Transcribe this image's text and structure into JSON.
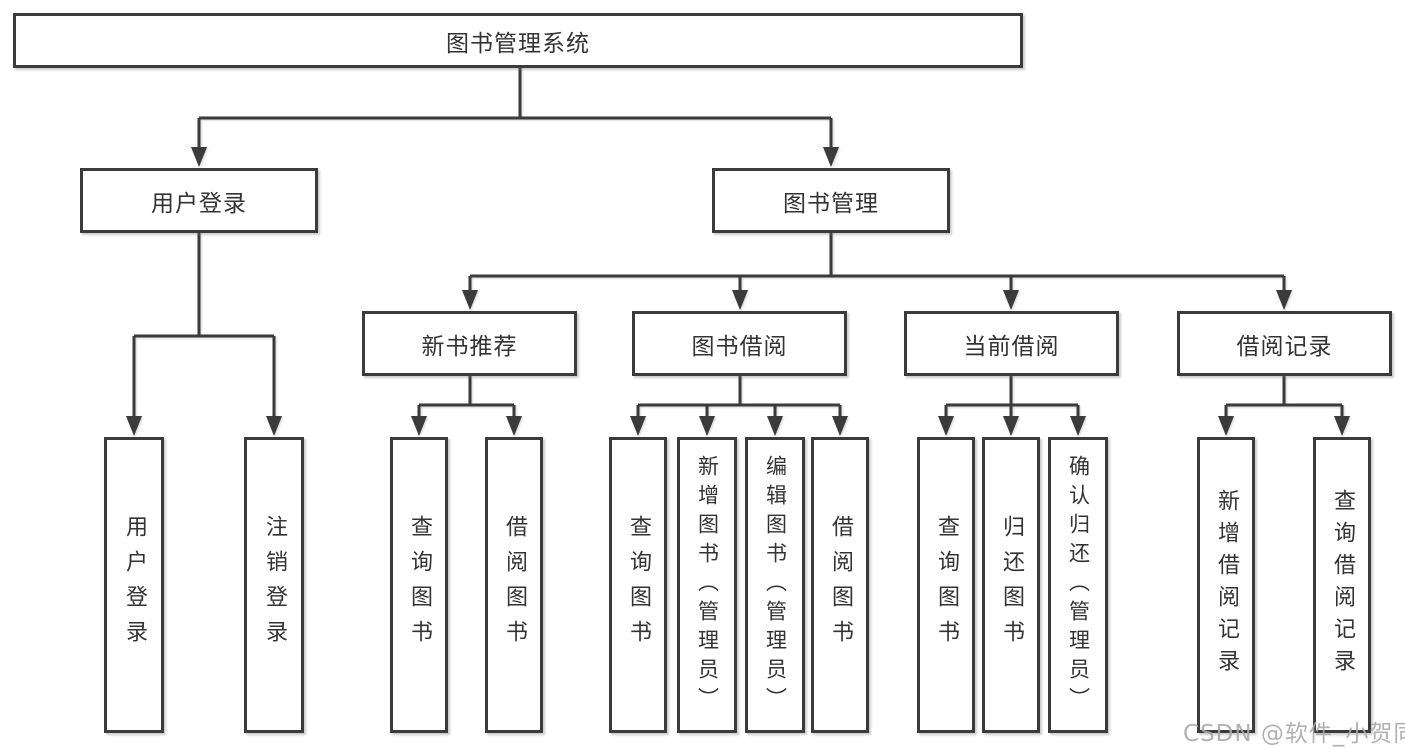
{
  "tree": {
    "root": {
      "label": "图书管理系统"
    },
    "branches": [
      {
        "label": "用户登录",
        "children": [
          {
            "label": "用户登录"
          },
          {
            "label": "注销登录"
          }
        ]
      },
      {
        "label": "图书管理",
        "children": [
          {
            "label": "新书推荐",
            "children": [
              {
                "label": "查询图书"
              },
              {
                "label": "借阅图书"
              }
            ]
          },
          {
            "label": "图书借阅",
            "children": [
              {
                "label": "查询图书"
              },
              {
                "label": "新增图书（管理员）"
              },
              {
                "label": "编辑图书（管理员）"
              },
              {
                "label": "借阅图书"
              }
            ]
          },
          {
            "label": "当前借阅",
            "children": [
              {
                "label": "查询图书"
              },
              {
                "label": "归还图书"
              },
              {
                "label": "确认归还（管理员）"
              }
            ]
          },
          {
            "label": "借阅记录",
            "children": [
              {
                "label": "新增借阅记录"
              },
              {
                "label": "查询借阅记录"
              }
            ]
          }
        ]
      }
    ]
  },
  "watermark": {
    "text": "CSDN @软件_小贺同学"
  },
  "colors": {
    "line": "#3b3b3b",
    "text": "#333333",
    "background": "#ffffff",
    "watermark": "#a9a9a9"
  }
}
